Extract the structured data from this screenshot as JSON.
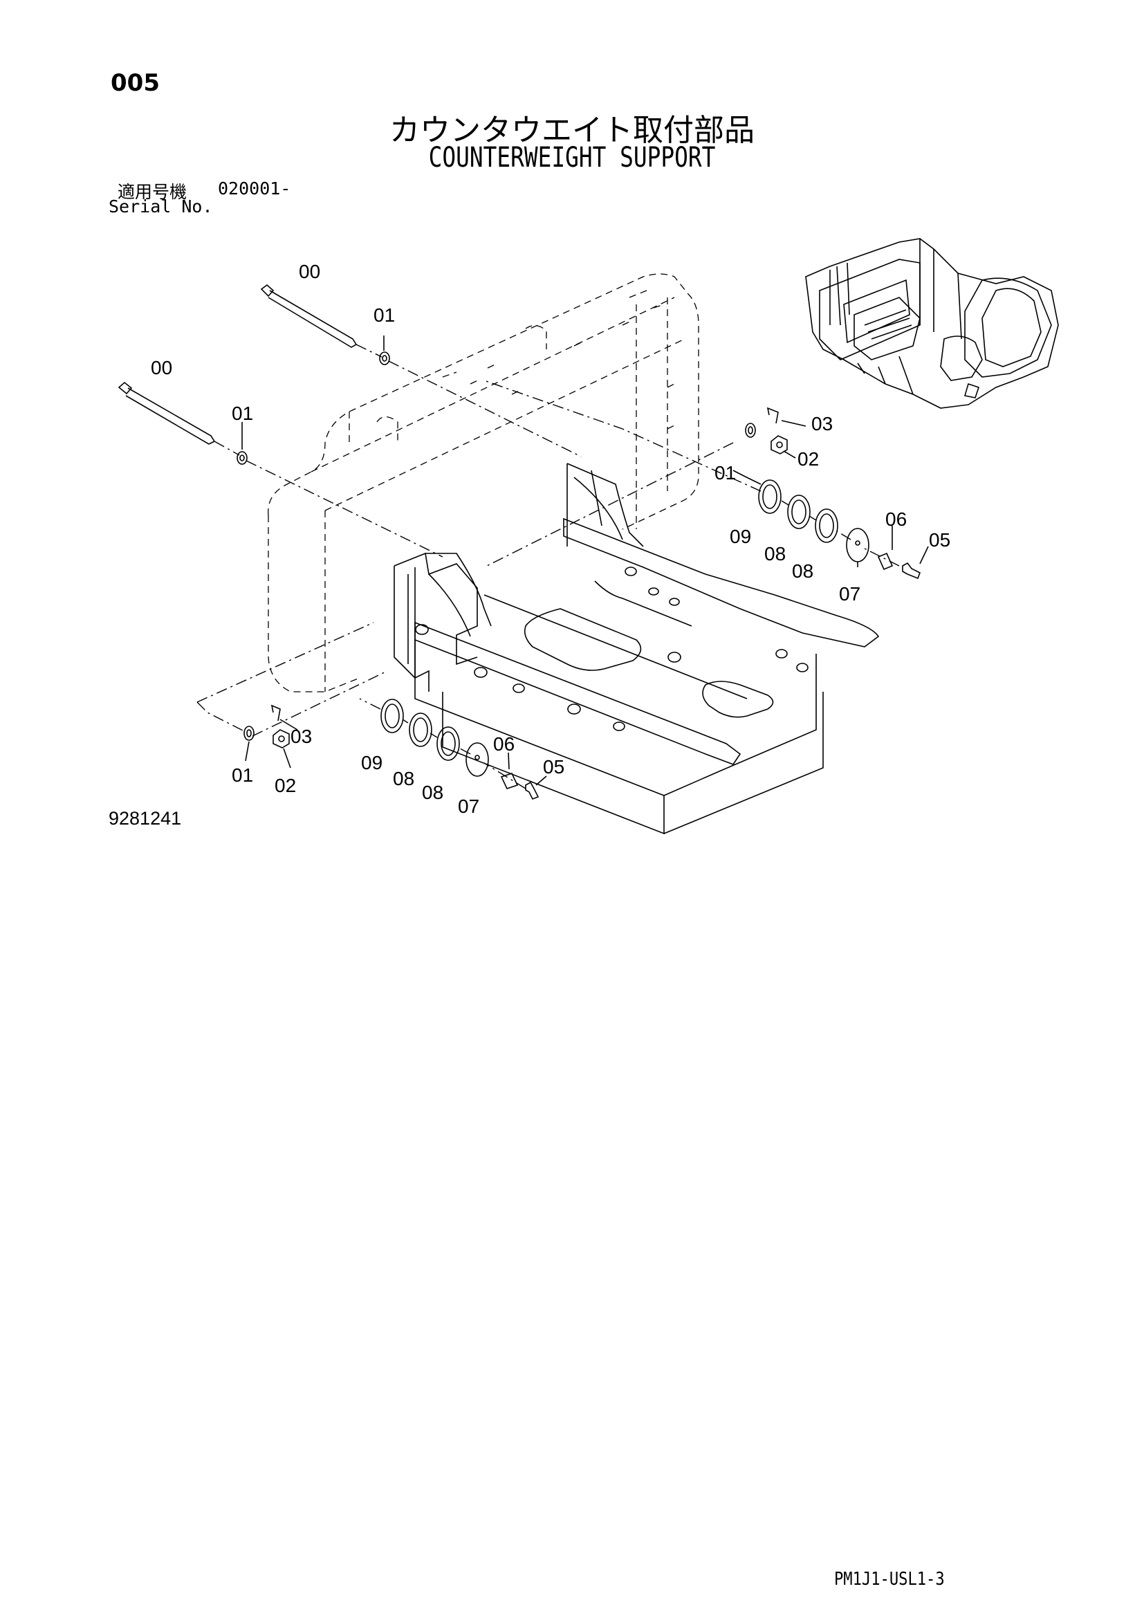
{
  "page_number": "005",
  "title_jp": "カウンタウエイト取付部品",
  "title_en": "COUNTERWEIGHT SUPPORT",
  "serial": {
    "label_jp": "適用号機",
    "value": "020001-",
    "label_en": "Serial No."
  },
  "drawing_number": "9281241",
  "doc_code": "PM1J1-USL1-3",
  "callouts": {
    "c00a": "00",
    "c01a": "01",
    "c00b": "00",
    "c01b": "01",
    "c03a": "03",
    "c02a": "02",
    "c01c": "01",
    "c09a": "09",
    "c08a": "08",
    "c08b": "08",
    "c06a": "06",
    "c05a": "05",
    "c07a": "07",
    "c03b": "03",
    "c01d": "01",
    "c02b": "02",
    "c09b": "09",
    "c08c": "08",
    "c08d": "08",
    "c06b": "06",
    "c05b": "05",
    "c07b": "07"
  }
}
